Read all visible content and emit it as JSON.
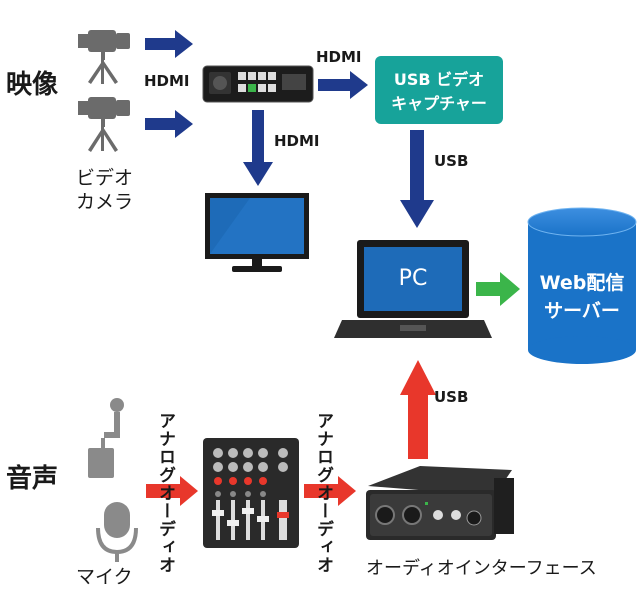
{
  "labels": {
    "video_section": "映像",
    "audio_section": "音声",
    "hdmi_cam": "HDMI",
    "hdmi_top": "HDMI",
    "hdmi_down": "HDMI",
    "usb_capture_line1": "USB ビデオ",
    "usb_capture_line2": "キャプチャー",
    "usb_upper": "USB",
    "usb_lower": "USB",
    "camera_line1": "ビデオ",
    "camera_line2": "カメラ",
    "pc": "PC",
    "server_line1": "Web配信",
    "server_line2": "サーバー",
    "mic": "マイク",
    "analog_left": "アナログオーディオ",
    "analog_right": "アナログオーディオ",
    "audio_interface": "オーディオインターフェース"
  },
  "colors": {
    "blue_arrow": "#1f3a8c",
    "red_arrow": "#e8372b",
    "green_arrow": "#3bb54a",
    "teal_box": "#17a39a",
    "server_blue": "#1a73c8",
    "device_dark": "#2a2a2a",
    "screen_blue": "#1e6bb8"
  },
  "icons": [
    "video-camera-icon",
    "video-switcher-icon",
    "monitor-icon",
    "laptop-icon",
    "server-cylinder-icon",
    "microphone-icon",
    "mixer-icon",
    "audio-interface-icon"
  ]
}
